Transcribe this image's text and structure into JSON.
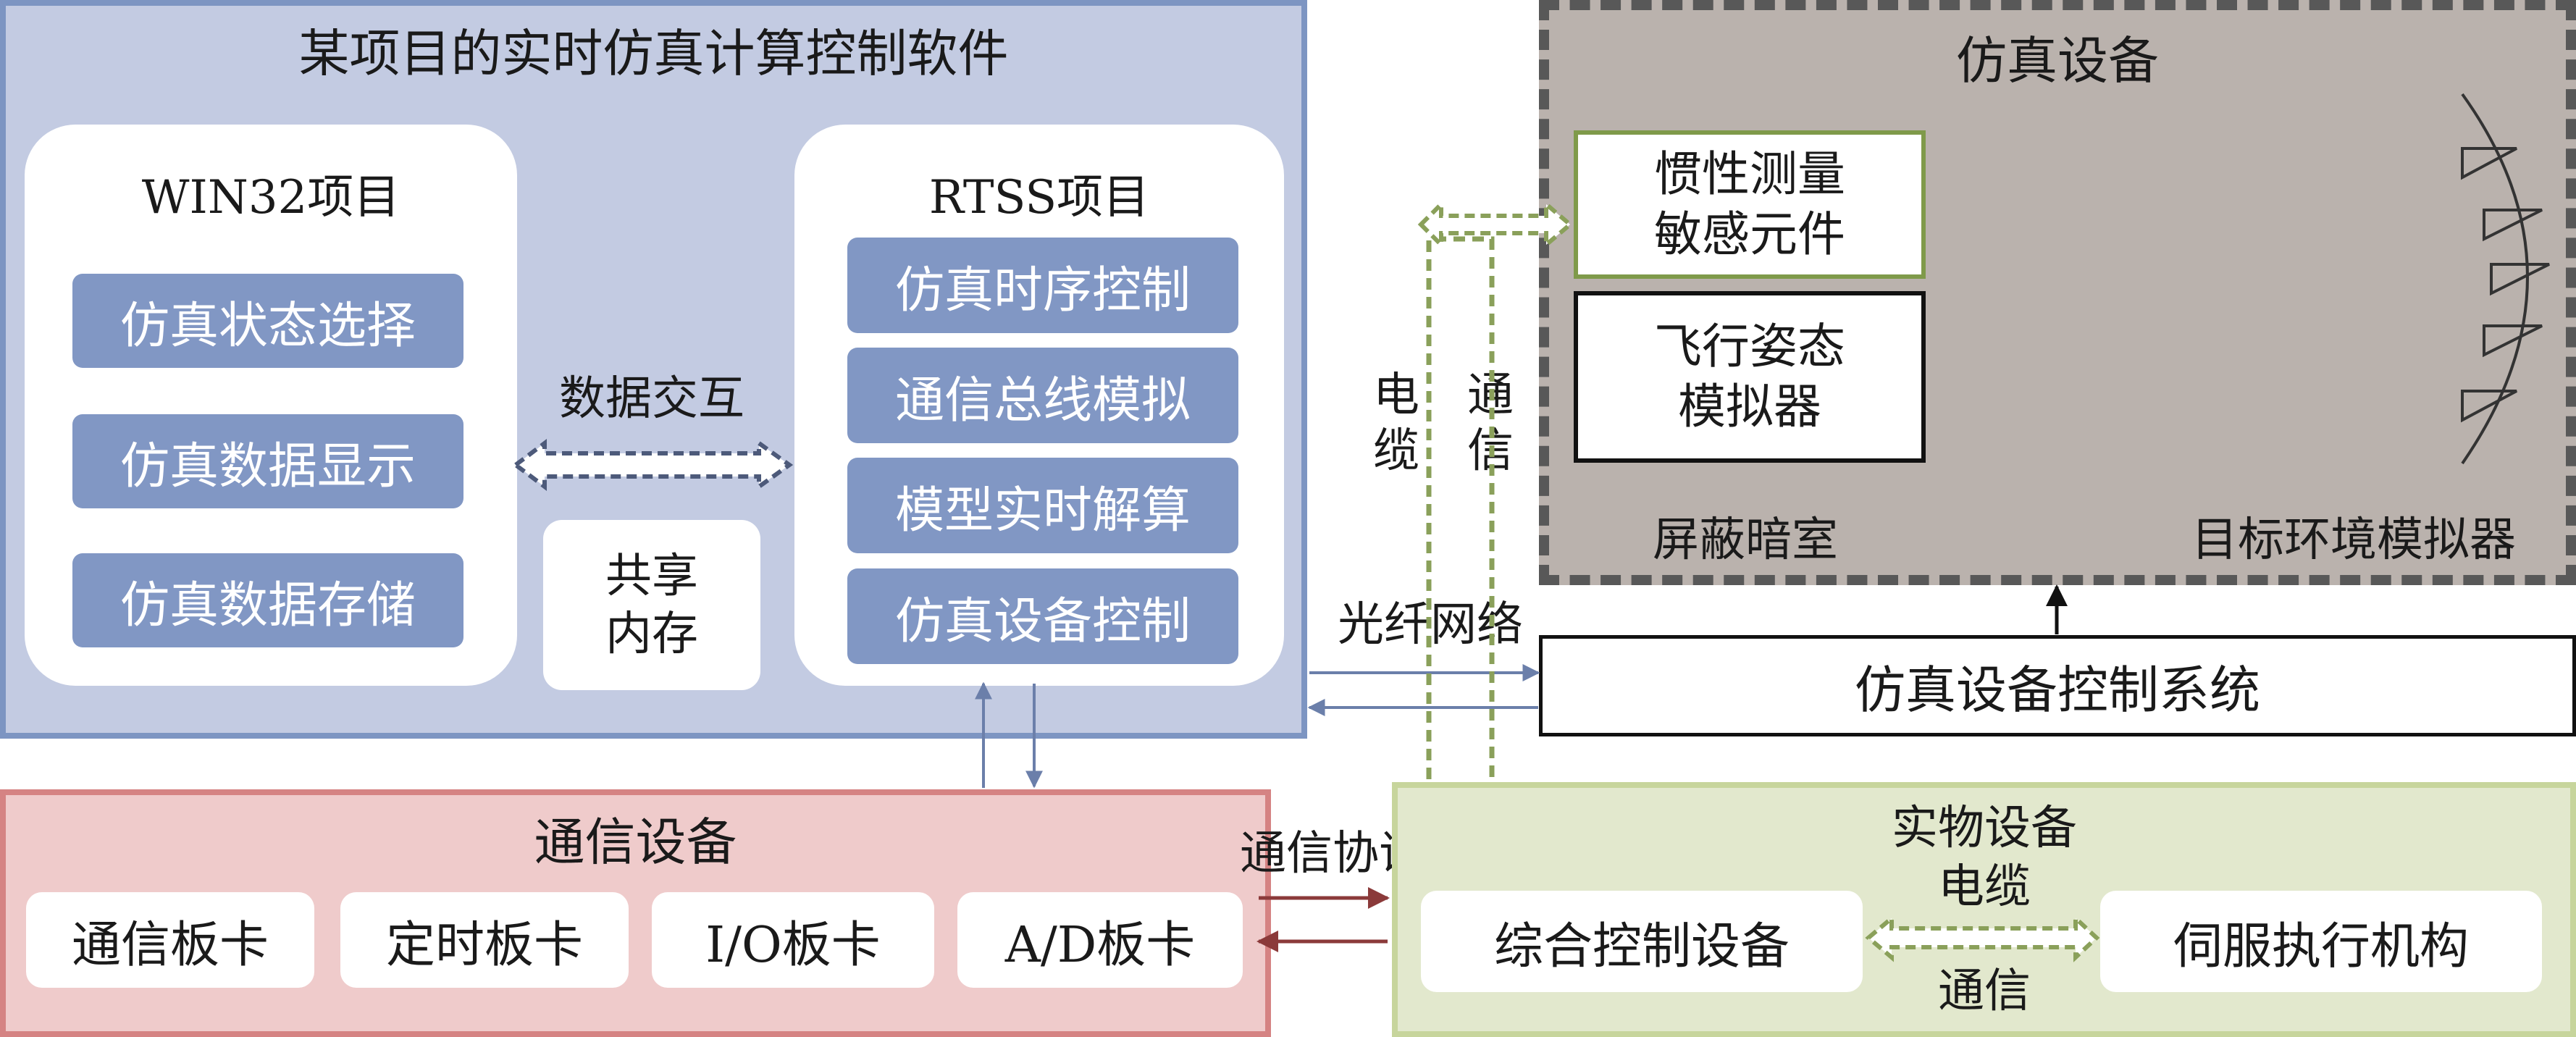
{
  "software": {
    "title": "某项目的实时仿真计算控制软件",
    "win32": {
      "title": "WIN32项目",
      "items": [
        "仿真状态选择",
        "仿真数据显示",
        "仿真数据存储"
      ]
    },
    "rtss": {
      "title": "RTSS项目",
      "items": [
        "仿真时序控制",
        "通信总线模拟",
        "模型实时解算",
        "仿真设备控制"
      ]
    },
    "data_exchange": "数据交互",
    "shared_memory": "共享\n内存"
  },
  "sim_equipment": {
    "title": "仿真设备",
    "imu": "惯性测量\n敏感元件",
    "flight_attitude": "飞行姿态\n模拟器",
    "shielded_room": "屏蔽暗室",
    "target_env": "目标环境模拟器"
  },
  "links": {
    "cable_vertical": "电\n缆",
    "comm_vertical": "通\n信",
    "fiber_network": "光纤网络",
    "comm_protocol": "通信协议"
  },
  "control_system": {
    "label": "仿真设备控制系统"
  },
  "comm_equipment": {
    "title": "通信设备",
    "cards": [
      "通信板卡",
      "定时板卡",
      "I/O板卡",
      "A/D板卡"
    ]
  },
  "physical_equipment": {
    "title": "实物设备",
    "integrated": "综合控制设备",
    "servo": "伺服执行机构",
    "cable": "电缆",
    "dots": "···",
    "comm": "通信"
  },
  "colors": {
    "software_bg": "#c3cbe2",
    "software_border": "#7d95c2",
    "pill": "#8197c4",
    "sim_bg": "#bab2ad",
    "comm_bg": "#efcbcb",
    "comm_border": "#d58383",
    "phys_bg": "#e2e8cd",
    "phys_border": "#c7d59c",
    "green_dashed": "#8aa05a",
    "blue_arrow": "#6b7faa",
    "red_arrow": "#8b3a3a"
  }
}
